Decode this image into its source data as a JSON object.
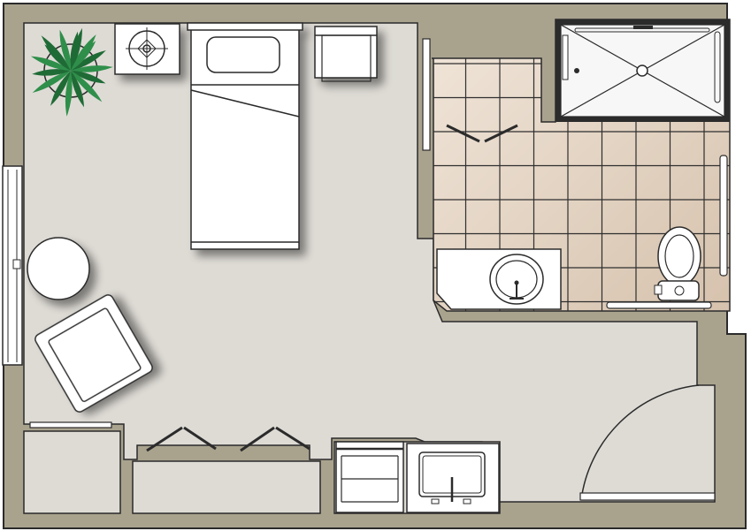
{
  "floor_plan": {
    "colors": {
      "wall": "#a9a38e",
      "wall_stroke": "#2b2b2b",
      "floor": "#dedbd5",
      "tile_light": "#eee2d6",
      "tile_dark": "#d9c6b2",
      "tile_grout": "#2f2f2f",
      "fixture": "#ffffff",
      "shower_floor": "#f4f4f4",
      "plant_leaf": "#2f8f4a",
      "plant_leaf_dark": "#1f6b36",
      "shadow": "#8d8a84"
    },
    "rooms": [
      "bedroom",
      "bathroom",
      "closet",
      "kitchenette"
    ],
    "fixtures": [
      "bed",
      "nightstand",
      "side-table",
      "potted-plant",
      "armchair",
      "round-table",
      "window",
      "shower",
      "toilet",
      "bathroom-sink",
      "vanity-counter",
      "grab-bar",
      "bifold-door",
      "swing-door",
      "stove",
      "kitchen-sink"
    ],
    "icons": {
      "plant": "plant-icon",
      "showerhead": "showerhead-icon",
      "drain": "drain-icon",
      "faucet": "faucet-icon"
    }
  }
}
